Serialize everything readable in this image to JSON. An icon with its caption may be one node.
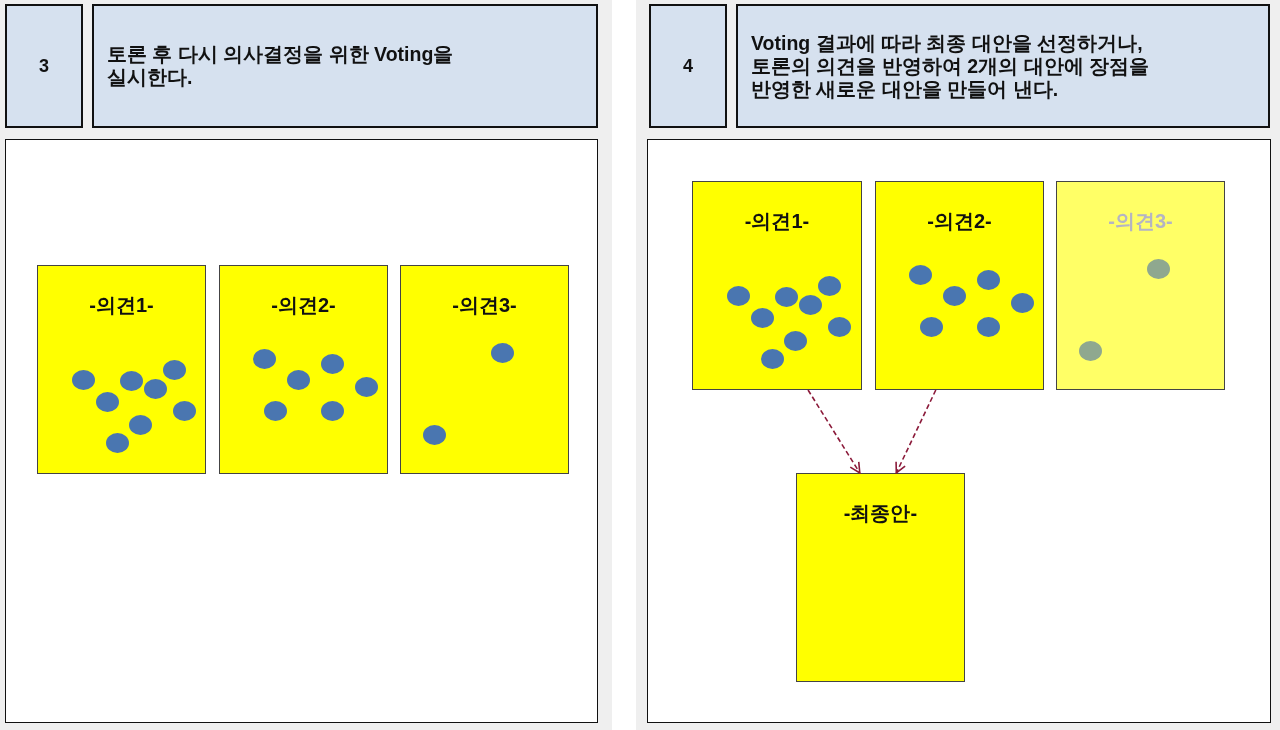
{
  "diagram": {
    "nodes": [
      {
        "text": [
          "3"
        ]
      },
      {
        "text": [
          "토론 후 다시 의사결정을 위한 Voting을 실시한다."
        ]
      },
      {
        "text": [],
        "shape": "box"
      },
      {
        "text": [
          "-의견1-"
        ],
        "in": 2
      },
      {
        "text": [
          "-의견2-"
        ],
        "in": 2
      },
      {
        "text": [
          "-의견3-"
        ],
        "in": 2
      },
      {
        "text": [
          "4"
        ]
      },
      {
        "text": [
          "Voting 결과에 따라 최종 대안을 선정하거나, 토론의 의견을 반영하여 2개의 대안에 장점을 반영한 새로운 대안을 만들어 낸다."
        ]
      },
      {
        "text": [],
        "shape": "box"
      },
      {
        "text": [
          "-의견1-"
        ],
        "in": 8
      },
      {
        "text": [
          "-의견2-"
        ],
        "in": 8
      },
      {
        "text": [
          "-의견3-"
        ],
        "in": 8
      },
      {
        "text": [
          "-최종안-"
        ],
        "in": 8
      }
    ],
    "edges": [
      {
        "from": 9,
        "to": 12,
        "arrow": "to",
        "style": "dashed"
      },
      {
        "from": 10,
        "to": 12,
        "arrow": "to",
        "style": "dashed"
      }
    ]
  }
}
